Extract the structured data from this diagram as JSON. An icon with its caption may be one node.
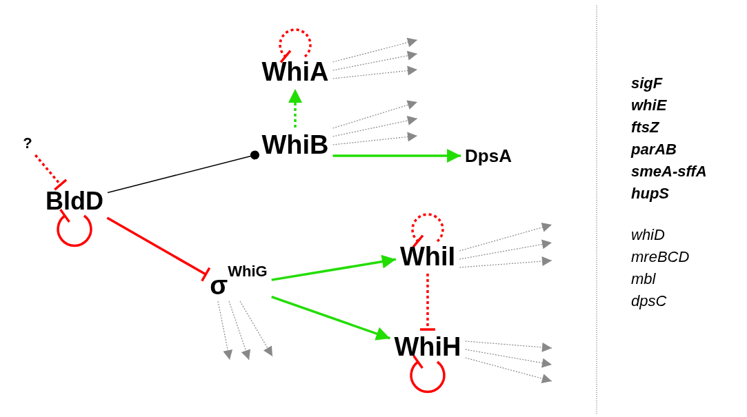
{
  "diagram": {
    "nodes": [
      {
        "text": [
          "?"
        ]
      },
      {
        "text": [
          "BldD"
        ]
      },
      {
        "text": [
          "WhiA"
        ]
      },
      {
        "text": [
          "WhiB"
        ]
      },
      {
        "text": [
          "DpsA"
        ]
      },
      {
        "text": [
          "σ$^{WhiG}$"
        ]
      },
      {
        "text": [
          "WhiI"
        ]
      },
      {
        "text": [
          "WhiH"
        ]
      }
    ],
    "edges": [
      {
        "from": 0,
        "to": 1,
        "arrow": "other",
        "style": "dashed",
        "color": "#ff0000"
      },
      {
        "from": 1,
        "to": 1,
        "arrow": "other",
        "style": "thick",
        "color": "#ff0000"
      },
      {
        "from": 1,
        "to": 3,
        "arrow": "other",
        "color": "#000000"
      },
      {
        "from": 1,
        "to": 5,
        "arrow": "other",
        "style": "thick",
        "color": "#ff0000"
      },
      {
        "from": 2,
        "to": 2,
        "arrow": "other",
        "style": "dashed",
        "color": "#ff0000"
      },
      {
        "from": 3,
        "to": 2,
        "arrow": "to",
        "style": "dashed",
        "color": "#22dd00"
      },
      {
        "from": 3,
        "to": 4,
        "arrow": "to",
        "style": "thick",
        "color": "#22dd00"
      },
      {
        "from": 5,
        "to": 6,
        "arrow": "to",
        "style": "thick",
        "color": "#22dd00"
      },
      {
        "from": 5,
        "to": 7,
        "arrow": "to",
        "style": "thick",
        "color": "#22dd00"
      },
      {
        "from": 6,
        "to": 6,
        "arrow": "other",
        "style": "dashed",
        "color": "#ff0000"
      },
      {
        "from": 6,
        "to": 7,
        "arrow": "other",
        "style": "dashed",
        "color": "#ff0000"
      },
      {
        "from": 7,
        "to": 7,
        "arrow": "other",
        "style": "thick",
        "color": "#ff0000"
      },
      {
        "from": 2,
        "to": null,
        "arrow": "to",
        "style": "dashed"
      },
      {
        "from": 2,
        "to": null,
        "arrow": "to",
        "style": "dashed"
      },
      {
        "from": 2,
        "to": null,
        "arrow": "to",
        "style": "dashed"
      },
      {
        "from": 3,
        "to": null,
        "arrow": "to",
        "style": "dashed"
      },
      {
        "from": 3,
        "to": null,
        "arrow": "to",
        "style": "dashed"
      },
      {
        "from": 3,
        "to": null,
        "arrow": "to",
        "style": "dashed"
      },
      {
        "from": 5,
        "to": null,
        "arrow": "to",
        "style": "dashed"
      },
      {
        "from": 5,
        "to": null,
        "arrow": "to",
        "style": "dashed"
      },
      {
        "from": 5,
        "to": null,
        "arrow": "to",
        "style": "dashed"
      },
      {
        "from": 6,
        "to": null,
        "arrow": "to",
        "style": "dashed"
      },
      {
        "from": 6,
        "to": null,
        "arrow": "to",
        "style": "dashed"
      },
      {
        "from": 6,
        "to": null,
        "arrow": "to",
        "style": "dashed"
      },
      {
        "from": 7,
        "to": null,
        "arrow": "to",
        "style": "dashed"
      },
      {
        "from": 7,
        "to": null,
        "arrow": "to",
        "style": "dashed"
      },
      {
        "from": 7,
        "to": null,
        "arrow": "to",
        "style": "dashed"
      }
    ],
    "labels": [
      "sigF",
      "whiE",
      "ftsZ",
      "parAB",
      "smeA-sffA",
      "hupS",
      "whiD",
      "mreBCD",
      "mbl",
      "dpsC"
    ]
  }
}
